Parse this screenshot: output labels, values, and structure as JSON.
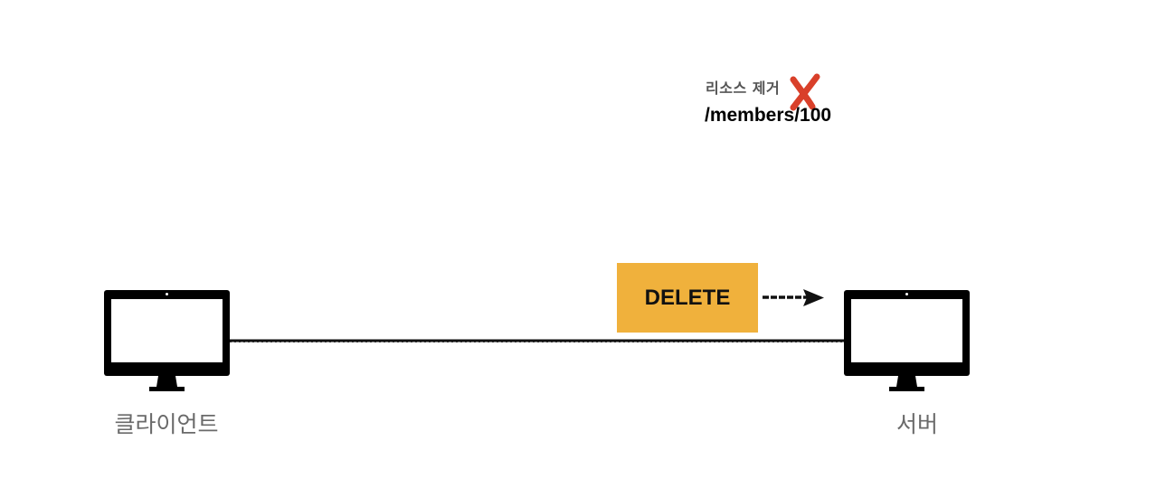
{
  "annotation": {
    "label": "리소스 제거",
    "path": "/members/100"
  },
  "request": {
    "method": "DELETE"
  },
  "nodes": {
    "client": "클라이언트",
    "server": "서버"
  },
  "icons": {
    "remove": "x-mark-icon",
    "client": "monitor-icon",
    "server": "monitor-icon",
    "direction": "arrow-right-icon"
  },
  "colors": {
    "method_box": "#F0B13C",
    "remove_mark": "#D9402A",
    "node_label": "#6a6a6a"
  }
}
